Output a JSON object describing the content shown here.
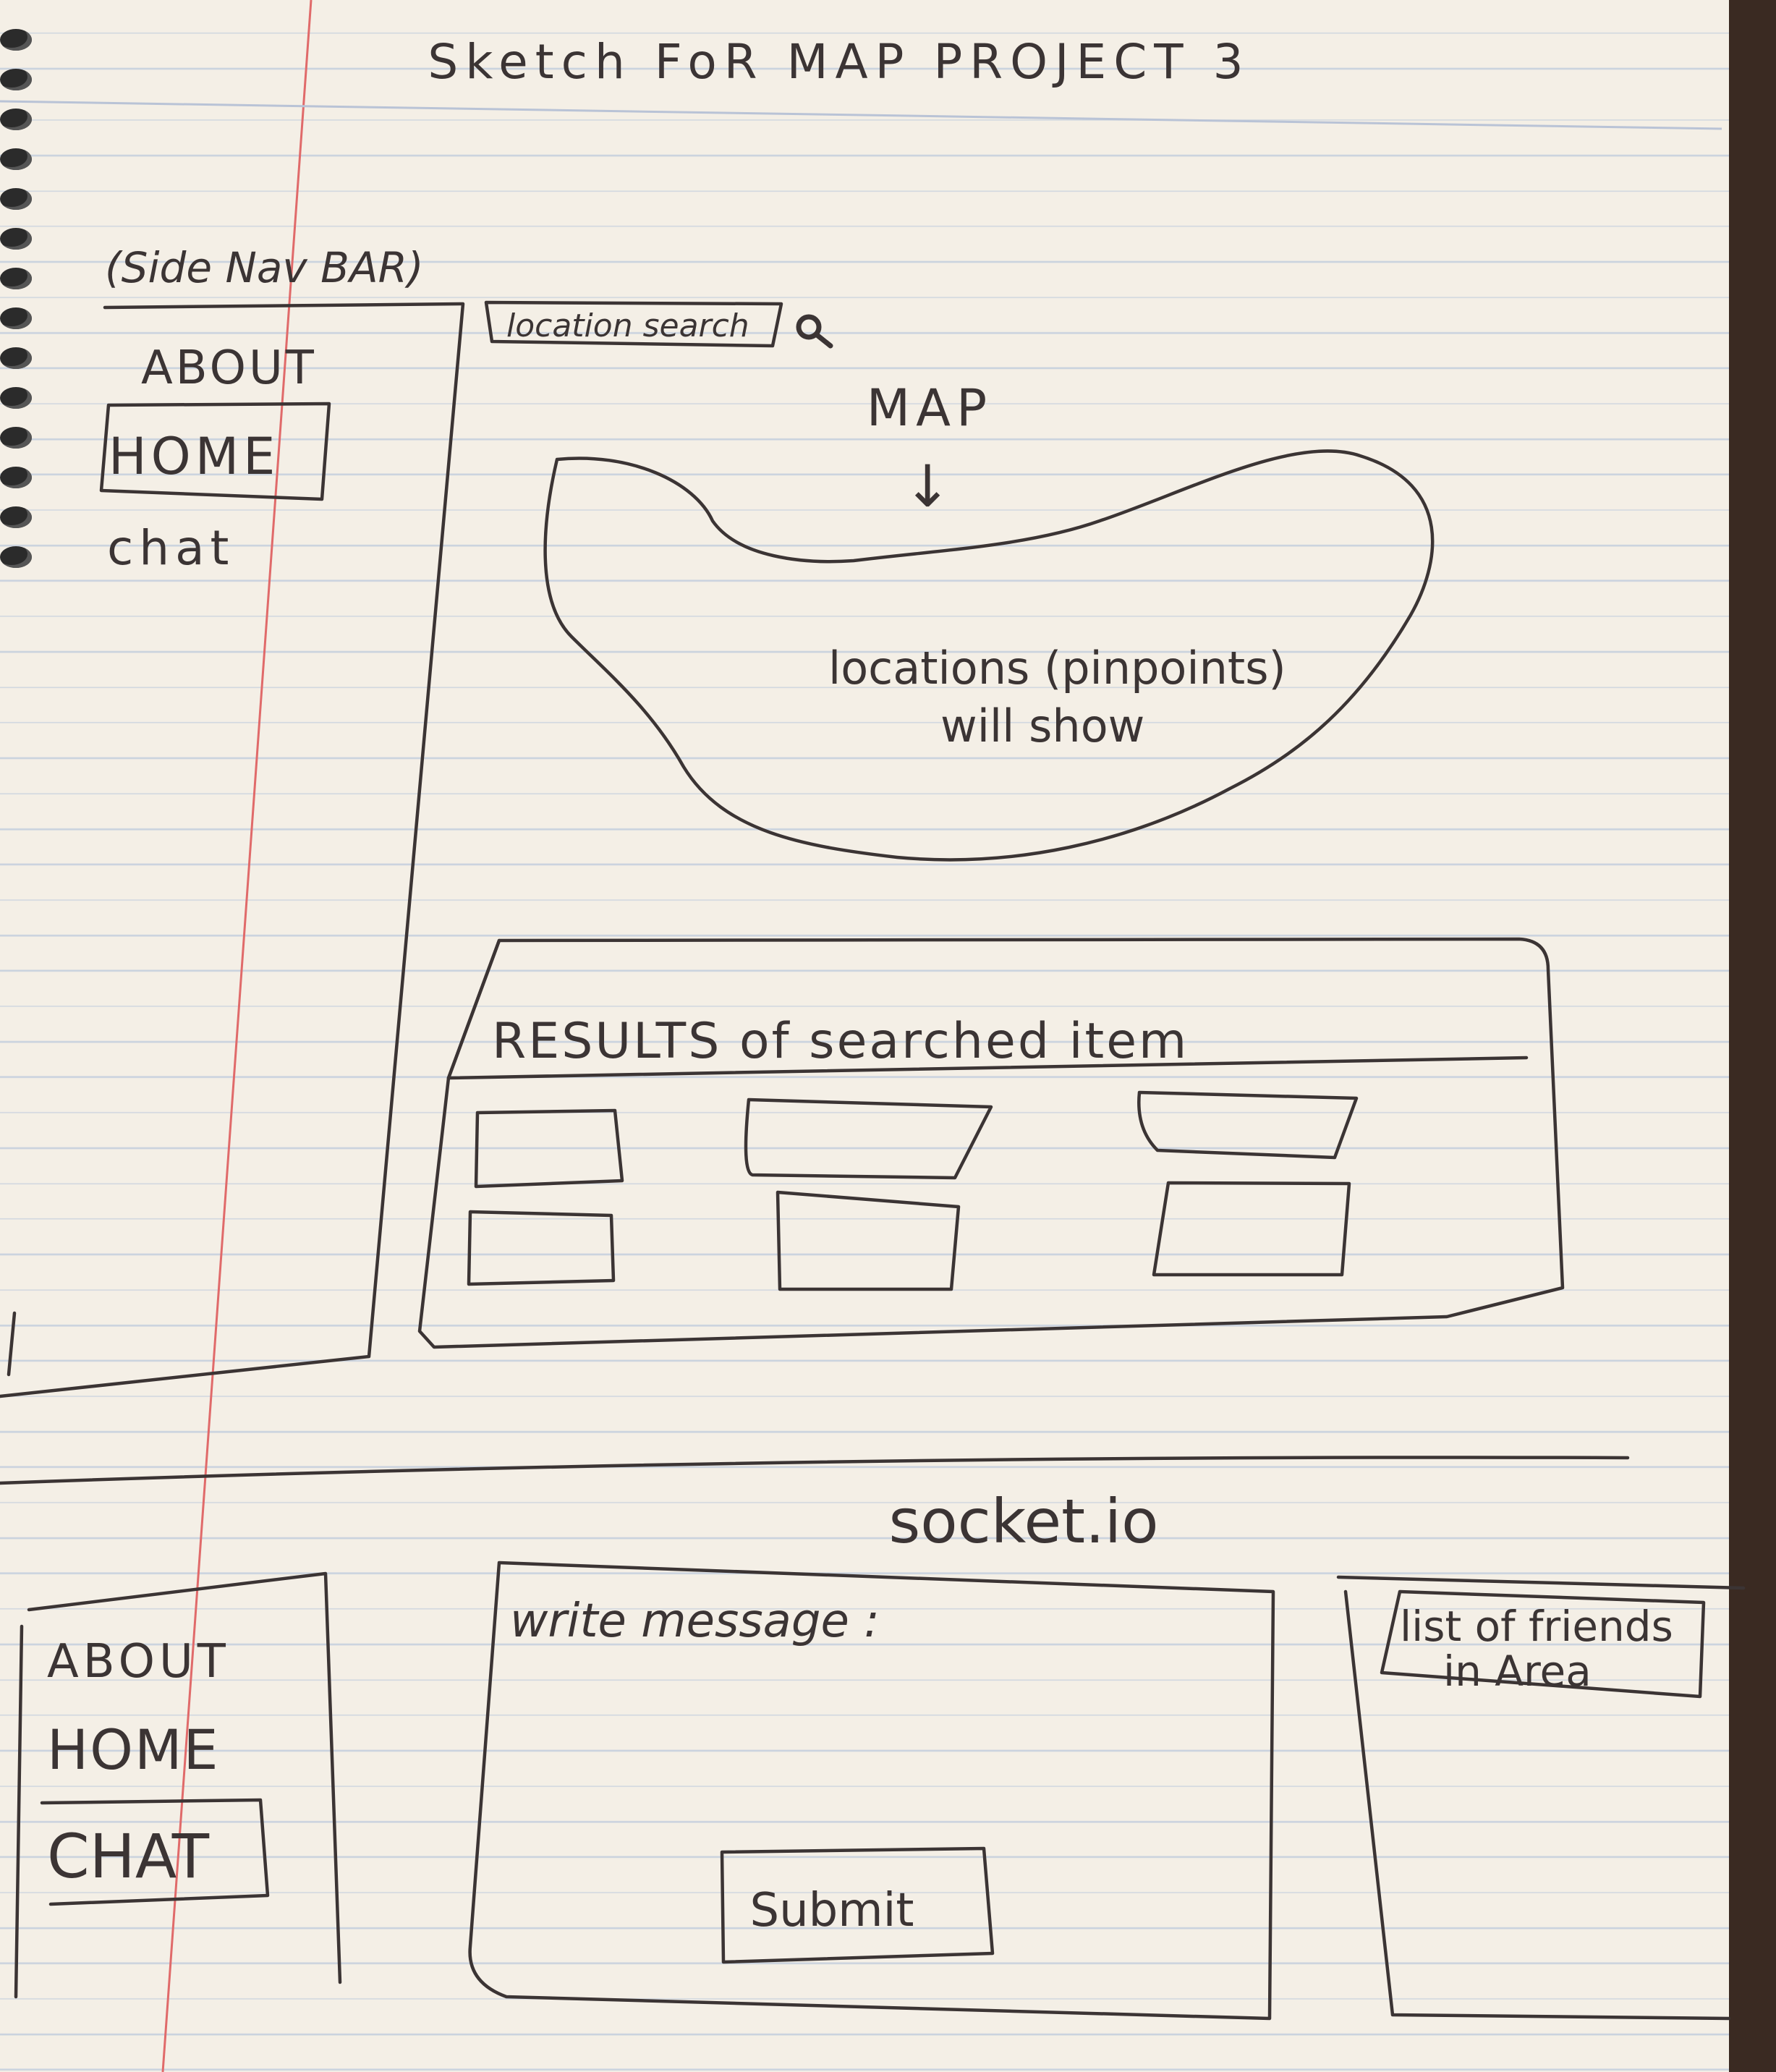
{
  "title": "Sketch FoR MAP PROJECT 3",
  "top_wireframe": {
    "sidebar_caption": "(Side Nav BAR)",
    "nav_items": [
      "ABOUT",
      "HOME",
      "chat"
    ],
    "search_placeholder": "location search",
    "search_icon": "magnifier-icon",
    "map_label": "MAP",
    "map_arrow": "↓",
    "map_text_line1": "locations (pinpoints)",
    "map_text_line2": "will show",
    "results_title": "RESULTS of searched item"
  },
  "bottom_wireframe": {
    "section_title": "socket.io",
    "nav_items": [
      "ABOUT",
      "HOME",
      "CHAT"
    ],
    "message_label": "write message :",
    "submit_label": "Submit",
    "friends_label_line1": "list of friends",
    "friends_label_line2": "in Area"
  }
}
